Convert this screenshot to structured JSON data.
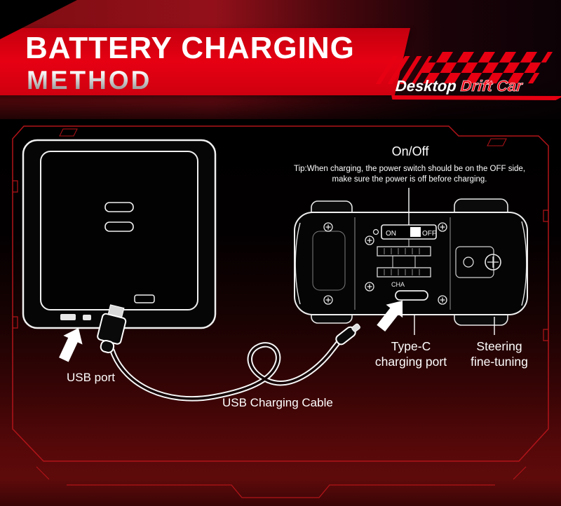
{
  "header": {
    "title_line1": "BATTERY CHARGING",
    "title_line2": "METHOD",
    "brand_part1": "Desktop",
    "brand_part2": "Drift Car"
  },
  "labels": {
    "on_off": "On/Off",
    "tip_line1": "Tip:When charging, the power switch should be on the OFF side,",
    "tip_line2": "make sure the power is off before charging.",
    "usb_port": "USB port",
    "usb_cable": "USB Charging Cable",
    "typec_line1": "Type-C",
    "typec_line2": "charging port",
    "steering_line1": "Steering",
    "steering_line2": "fine-tuning"
  },
  "chassis_text": {
    "switch_on": "ON",
    "switch_off": "OFF",
    "port": "CHA"
  },
  "colors": {
    "accent_red": "#e60012",
    "frame_red": "#b01419",
    "background_black": "#000000",
    "text_white": "#ffffff"
  }
}
